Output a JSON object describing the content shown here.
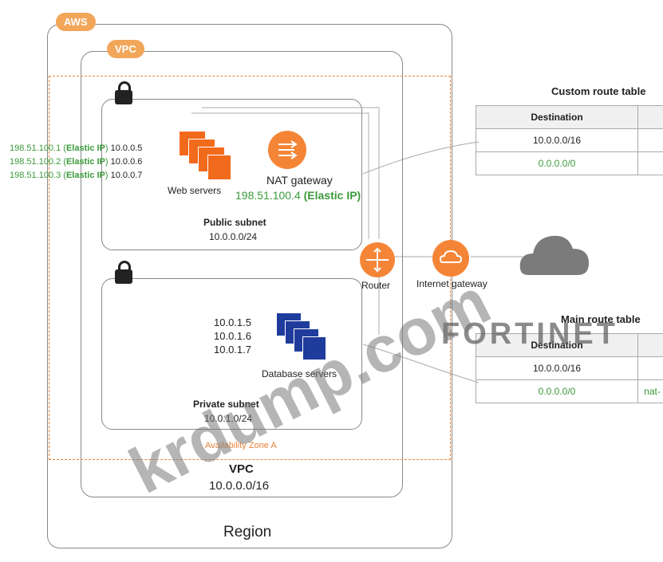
{
  "tags": {
    "aws": "AWS",
    "vpc": "VPC"
  },
  "region_label": "Region",
  "vpc": {
    "title": "VPC",
    "cidr": "10.0.0.0/16"
  },
  "availability_zone": "Availability Zone A",
  "public_subnet": {
    "title": "Public subnet",
    "cidr": "10.0.0.0/24"
  },
  "private_subnet": {
    "title": "Private subnet",
    "cidr": "10.0.1.0/24"
  },
  "web_servers": {
    "label": "Web servers",
    "entries": [
      {
        "public_ip": "198.51.100.1",
        "tag": "Elastic IP",
        "private_ip": "10.0.0.5"
      },
      {
        "public_ip": "198.51.100.2",
        "tag": "Elastic IP",
        "private_ip": "10.0.0.6"
      },
      {
        "public_ip": "198.51.100.3",
        "tag": "Elastic IP",
        "private_ip": "10.0.0.7"
      }
    ]
  },
  "nat_gateway": {
    "label": "NAT gateway",
    "ip": "198.51.100.4",
    "tag": "(Elastic IP)"
  },
  "database_servers": {
    "label": "Database servers",
    "ips": [
      "10.0.1.5",
      "10.0.1.6",
      "10.0.1.7"
    ]
  },
  "router": {
    "label": "Router"
  },
  "internet_gateway": {
    "label": "Internet gateway"
  },
  "custom_route_table": {
    "title": "Custom route table",
    "header": "Destination",
    "rows": [
      "10.0.0.0/16",
      "0.0.0.0/0"
    ],
    "target_cells": [
      "",
      "",
      ""
    ]
  },
  "main_route_table": {
    "title": "Main route table",
    "header": "Destination",
    "rows": [
      "10.0.0.0/16",
      "0.0.0.0/0"
    ],
    "target_cells": [
      "",
      "",
      "nat-"
    ]
  },
  "watermarks": {
    "site": "krdump.com",
    "brand": "FORTINET"
  },
  "colors": {
    "aws_orange": "#f58536",
    "db_blue": "#1f3c9c",
    "green": "#3a9a3a",
    "dash": "#e8833a"
  }
}
